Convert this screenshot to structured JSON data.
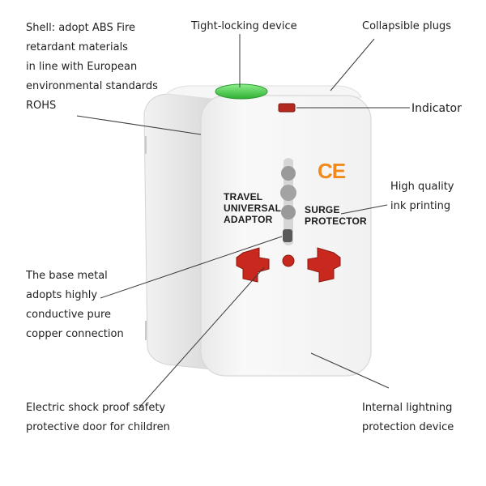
{
  "callouts": {
    "shell": [
      "Shell: adopt ABS Fire",
      "retardant materials",
      "in line with European",
      "environmental standards",
      "ROHS"
    ],
    "tight_locking": [
      "Tight-locking device"
    ],
    "collapsible": [
      "Collapsible plugs"
    ],
    "indicator": [
      "Indicator"
    ],
    "printing": [
      "High quality",
      "ink printing"
    ],
    "base_metal": [
      "The base metal",
      "adopts highly",
      "conductive pure",
      "copper connection"
    ],
    "shock_proof": [
      "Electric shock proof safety",
      "protective door for children"
    ],
    "lightning": [
      "Internal lightning",
      "protection device"
    ]
  },
  "product_marking": {
    "left": [
      "TRAVEL",
      "UNIVERSAL",
      "ADAPTOR"
    ],
    "right": [
      "SURGE",
      "PROTECTOR"
    ],
    "ce": "CE"
  },
  "colors": {
    "body": "#f3f3f3",
    "button": "#58d35a",
    "indicator": "#b52a1f",
    "socket": "#c8281d",
    "ce": "#f08a1c",
    "slot": "#9a9a9a"
  }
}
